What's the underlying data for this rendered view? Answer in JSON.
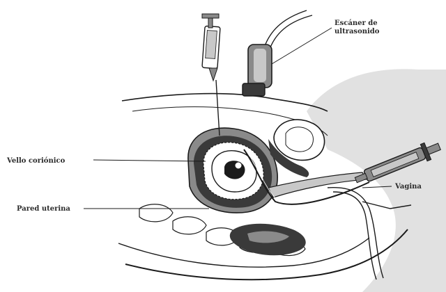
{
  "labels": {
    "ultrasound_line1": "Escáner de",
    "ultrasound_line2": "ultrasonido",
    "chorionic_villi": "Vello coriónico",
    "uterine_wall": "Pared uterina",
    "vagina": "Vagina"
  },
  "colors": {
    "ink": "#1a1a1a",
    "shading_dark": "#3a3a3a",
    "shading_mid": "#8a8a8a",
    "shading_light": "#c8c8c8",
    "background": "#ffffff"
  }
}
